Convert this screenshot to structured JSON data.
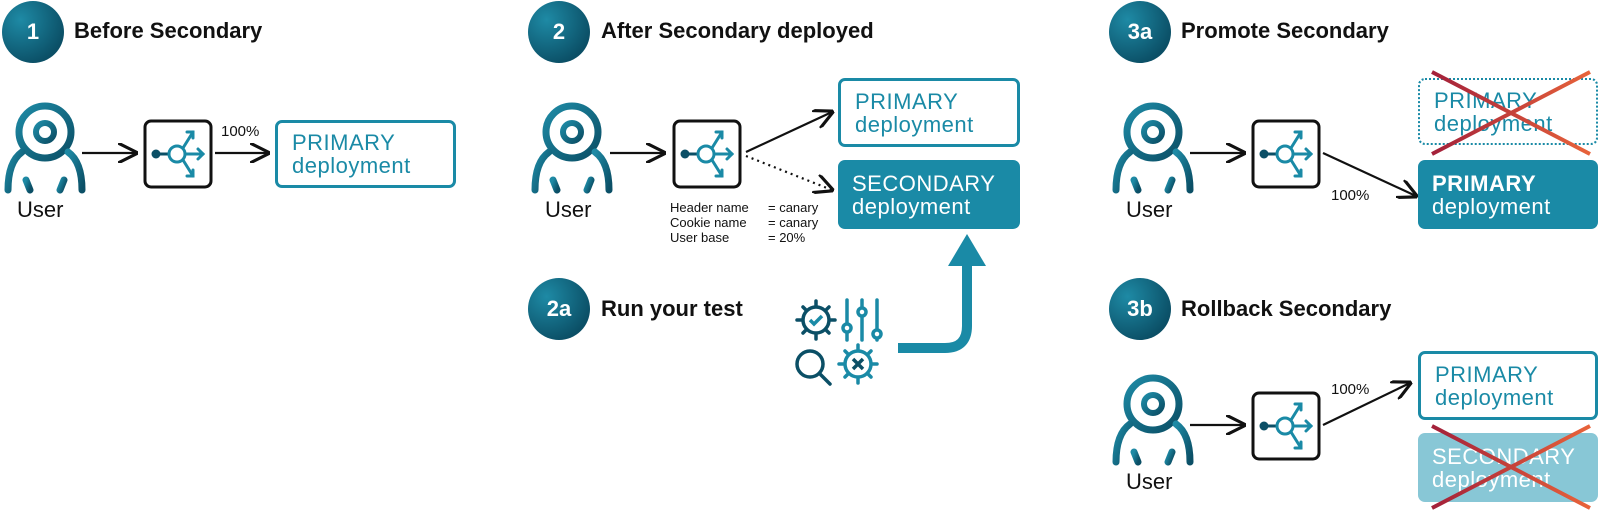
{
  "steps": {
    "s1": {
      "badge": "1",
      "title": "Before Secondary"
    },
    "s2": {
      "badge": "2",
      "title": "After Secondary deployed"
    },
    "s2a": {
      "badge": "2a",
      "title": "Run your test"
    },
    "s3a": {
      "badge": "3a",
      "title": "Promote Secondary"
    },
    "s3b": {
      "badge": "3b",
      "title": "Rollback Secondary"
    }
  },
  "user_label": "User",
  "pct_label": "100%",
  "boxes": {
    "primary": {
      "line1": "PRIMARY",
      "line2": "deployment"
    },
    "secondary": {
      "line1": "SECONDARY",
      "line2": "deployment"
    }
  },
  "routing_rules": [
    {
      "key": "Header name",
      "value": "= canary"
    },
    {
      "key": "Cookie name",
      "value": "= canary"
    },
    {
      "key": "User base",
      "value": "= 20%"
    }
  ],
  "colors": {
    "accent": "#1a8aa6",
    "dark": "#0b4f66",
    "faded": "#88c7d6",
    "cross": "#c0392b"
  }
}
